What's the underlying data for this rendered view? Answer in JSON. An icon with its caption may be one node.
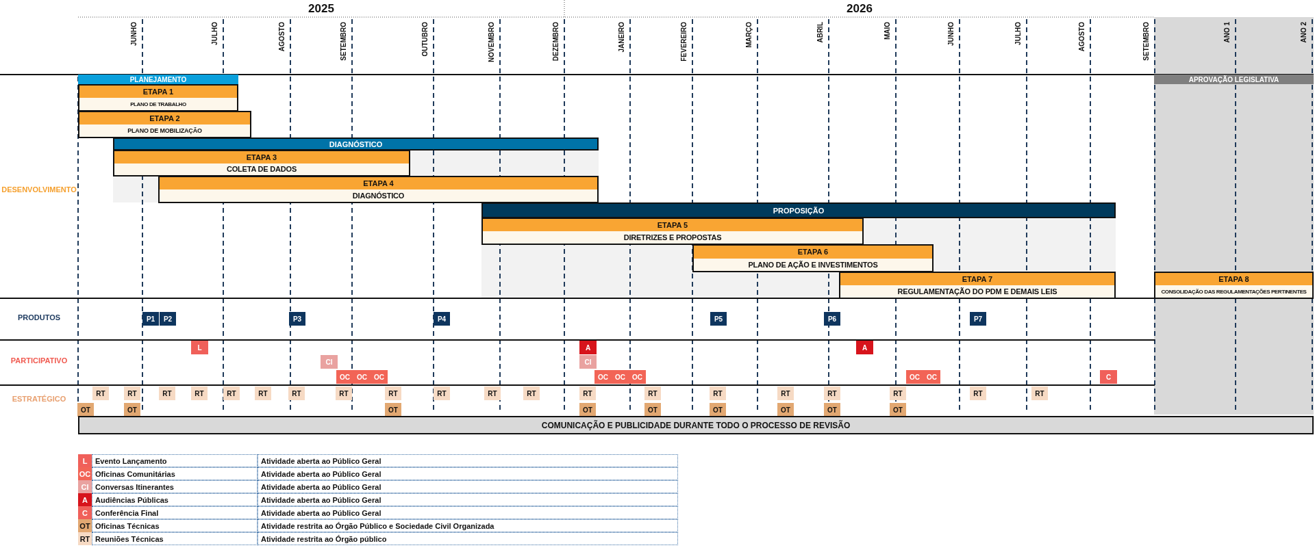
{
  "diagram": {
    "nodes": [
      {
        "text": [
          "PLANEJAMENTO"
        ]
      },
      {
        "text": [
          "APROVAÇÃO LEGISLATIVA"
        ]
      },
      {
        "text": [
          "ETAPA 1",
          "PLANO DE TRABALHO"
        ]
      },
      {
        "text": [
          "ETAPA 2",
          "PLANO DE MOBILIZAÇÃO"
        ]
      },
      {
        "text": [
          "DIAGNÓSTICO"
        ]
      },
      {
        "text": [
          "ETAPA 3",
          "COLETA DE DADOS"
        ]
      },
      {
        "text": [
          "ETAPA 4",
          "DIAGNÓSTICO"
        ]
      },
      {
        "text": [
          "PROPOSIÇÃO"
        ]
      },
      {
        "text": [
          "ETAPA 5",
          "DIRETRIZES E PROPOSTAS"
        ]
      },
      {
        "text": [
          "ETAPA 6",
          "PLANO DE AÇÃO E INVESTIMENTOS"
        ]
      },
      {
        "text": [
          "ETAPA 7",
          "REGULAMENTAÇÃO DO PDM E DEMAIS LEIS"
        ]
      },
      {
        "text": [
          "ETAPA 8",
          "CONSOLIDAÇÃO DAS REGULAMENTAÇÕES PERTINENTES"
        ]
      },
      {
        "text": [
          "P1"
        ]
      },
      {
        "text": [
          "P2"
        ]
      },
      {
        "text": [
          "P3"
        ]
      },
      {
        "text": [
          "P4"
        ]
      },
      {
        "text": [
          "P5"
        ]
      },
      {
        "text": [
          "P6"
        ]
      },
      {
        "text": [
          "P7"
        ]
      },
      {
        "text": [
          "L"
        ]
      },
      {
        "text": [
          "A"
        ]
      },
      {
        "text": [
          "A"
        ]
      },
      {
        "text": [
          "CI"
        ]
      },
      {
        "text": [
          "CI"
        ]
      },
      {
        "text": [
          "OC"
        ]
      },
      {
        "text": [
          "OC"
        ]
      },
      {
        "text": [
          "OC"
        ]
      },
      {
        "text": [
          "OC"
        ]
      },
      {
        "text": [
          "OC"
        ]
      },
      {
        "text": [
          "OC"
        ]
      },
      {
        "text": [
          "OC"
        ]
      },
      {
        "text": [
          "OC"
        ]
      },
      {
        "text": [
          "C"
        ]
      },
      {
        "text": [
          "RT"
        ]
      },
      {
        "text": [
          "RT"
        ]
      },
      {
        "text": [
          "RT"
        ]
      },
      {
        "text": [
          "RT"
        ]
      },
      {
        "text": [
          "RT"
        ]
      },
      {
        "text": [
          "RT"
        ]
      },
      {
        "text": [
          "RT"
        ]
      },
      {
        "text": [
          "RT"
        ]
      },
      {
        "text": [
          "RT"
        ]
      },
      {
        "text": [
          "RT"
        ]
      },
      {
        "text": [
          "RT"
        ]
      },
      {
        "text": [
          "RT"
        ]
      },
      {
        "text": [
          "RT"
        ]
      },
      {
        "text": [
          "RT"
        ]
      },
      {
        "text": [
          "RT"
        ]
      },
      {
        "text": [
          "RT"
        ]
      },
      {
        "text": [
          "RT"
        ]
      },
      {
        "text": [
          "RT"
        ]
      },
      {
        "text": [
          "RT"
        ]
      },
      {
        "text": [
          "RT"
        ]
      },
      {
        "text": [
          "OT"
        ]
      },
      {
        "text": [
          "OT"
        ]
      },
      {
        "text": [
          "OT"
        ]
      },
      {
        "text": [
          "OT"
        ]
      },
      {
        "text": [
          "OT"
        ]
      },
      {
        "text": [
          "OT"
        ]
      },
      {
        "text": [
          "OT"
        ]
      },
      {
        "text": [
          "OT"
        ]
      },
      {
        "text": [
          "OT"
        ]
      },
      {
        "text": [
          "COMUNICAÇÃO E PUBLICIDADE DURANTE TODO O PROCESSO DE REVISÃO"
        ]
      }
    ],
    "labels": [
      "2025",
      "2026",
      "JUNHO",
      "JULHO",
      "AGOSTO",
      "SETEMBRO",
      "OUTUBRO",
      "NOVEMBRO",
      "DEZEMBRO",
      "JANEIRO",
      "FEVEREIRO",
      "MARÇO",
      "ABRIL",
      "MAIO",
      "JUNHO",
      "JULHO",
      "AGOSTO",
      "SETEMBRO",
      "ANO 1",
      "ANO 2",
      "DESENVOLVIMENTO",
      "PRODUTOS",
      "PARTICIPATIVO",
      "ESTRATÉGICO",
      "L",
      "Atividade aberta ao Público Geral",
      "OC",
      "Atividade aberta ao Público Geral",
      "CI",
      "Atividade aberta ao Público Geral",
      "A",
      "Atividade aberta ao Público Geral",
      "C",
      "Atividade aberta ao Público Geral",
      "OT",
      "Atividade restrita ao Órgão Público e Sociedade Civil Organizada",
      "RT",
      "Atividade restrita ao Órgão público"
    ],
    "legend": [
      {
        "text": "Evento Lançamento",
        "color": "#f0605a"
      },
      {
        "text": "Oficinas Comunitárias",
        "color": "#f26456"
      },
      {
        "text": "Conversas Itinerantes",
        "color": "#e9a2a0"
      },
      {
        "text": "Audiências Públicas",
        "color": "#d7141c"
      },
      {
        "text": "Conferência Final",
        "color": "#f0605a"
      },
      {
        "text": "Oficinas Técnicas",
        "color": "#e2a872"
      },
      {
        "text": "Reuniões Técnicas",
        "color": "#f6dac4"
      }
    ]
  }
}
